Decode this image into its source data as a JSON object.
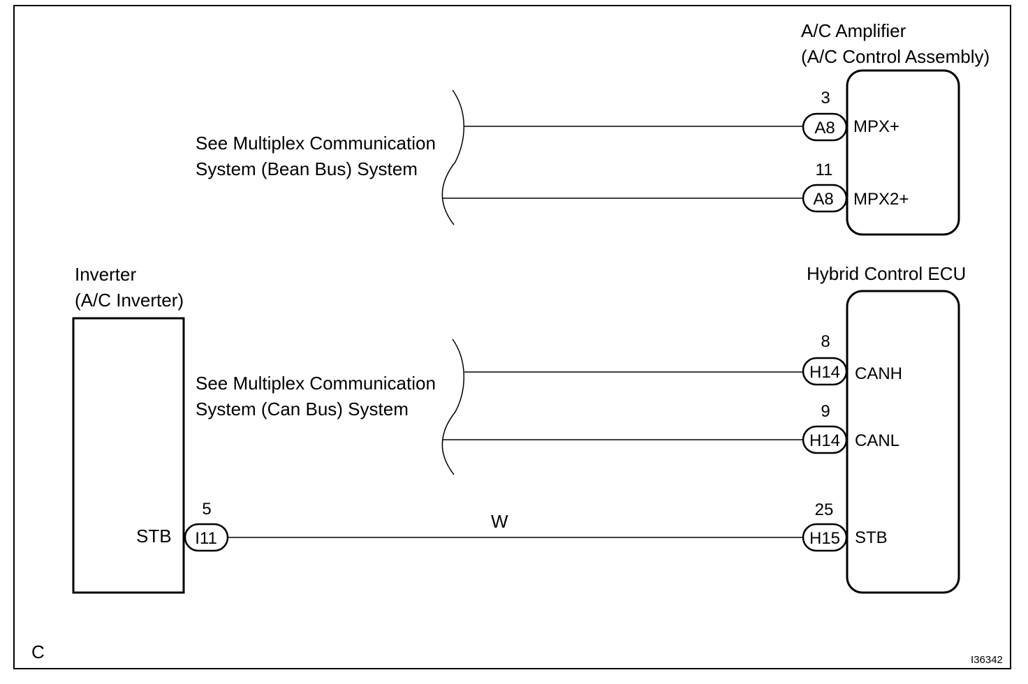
{
  "components": {
    "ac_amplifier": {
      "name": "A/C Amplifier",
      "subname": "(A/C Control Assembly)"
    },
    "hybrid_ecu": {
      "name": "Hybrid Control ECU"
    },
    "inverter": {
      "name": "Inverter",
      "subname": "(A/C Inverter)",
      "terminal": "STB"
    }
  },
  "references": {
    "bean": {
      "line1": "See Multiplex Communication",
      "line2": "System (Bean Bus) System"
    },
    "can": {
      "line1": "See Multiplex Communication",
      "line2": "System (Can Bus) System"
    }
  },
  "connections": {
    "mpx1": {
      "pin": "3",
      "connector": "A8",
      "terminal": "MPX+"
    },
    "mpx2": {
      "pin": "11",
      "connector": "A8",
      "terminal": "MPX2+"
    },
    "canh": {
      "pin": "8",
      "connector": "H14",
      "terminal": "CANH"
    },
    "canl": {
      "pin": "9",
      "connector": "H14",
      "terminal": "CANL"
    },
    "stb_ecu": {
      "pin": "25",
      "connector": "H15",
      "terminal": "STB"
    },
    "stb_inv": {
      "pin": "5",
      "connector": "I11"
    }
  },
  "wire_color": "W",
  "corner_label": "C",
  "figure_id": "I36342"
}
